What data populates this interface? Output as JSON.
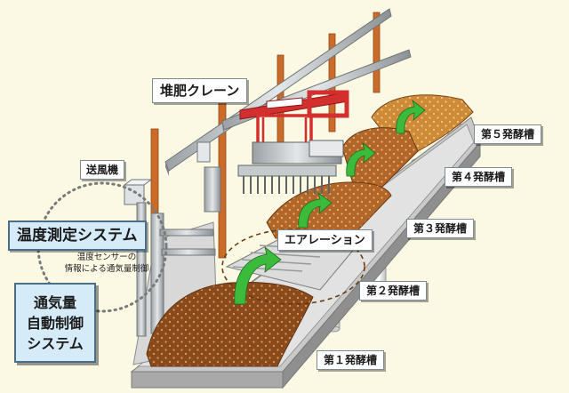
{
  "labels": {
    "crane": "堆肥クレーン",
    "blower": "送風機",
    "temperature_system": "温度測定システム",
    "temperature_desc_line1": "温度センサーの",
    "temperature_desc_line2": "情報による通気量制御",
    "aeration": "エアレーション",
    "ventilation_line1": "通気量",
    "ventilation_line2": "自動制御",
    "ventilation_line3": "システム"
  },
  "tanks": [
    "第５発酵槽",
    "第４発酵槽",
    "第３発酵槽",
    "第２発酵槽",
    "第１発酵槽"
  ],
  "colors": {
    "background": "#fbf9e4",
    "compost_dark": "#8a4a1c",
    "compost_mid": "#b2662a",
    "compost_light": "#cf8a38",
    "crane_frame": "#d42f2f",
    "pillar": "#cc6a2a",
    "arrow": "#3cba3c",
    "label_blue": "#d6ebf8"
  }
}
